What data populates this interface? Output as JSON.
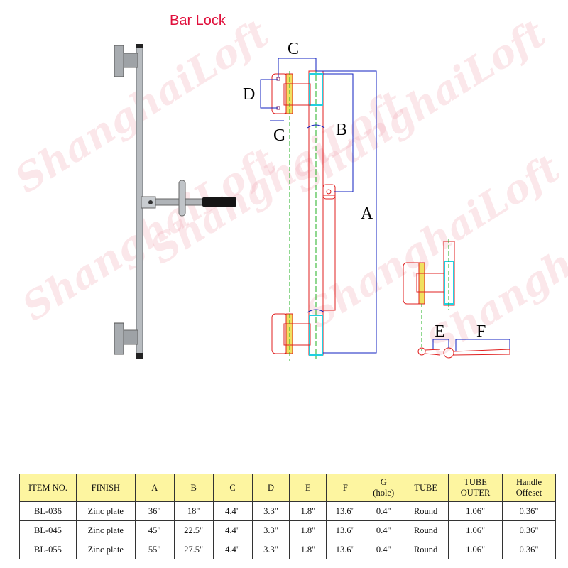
{
  "title": "Bar Lock",
  "watermark": "ShanghaiLoft",
  "diagram": {
    "labels": {
      "A": "A",
      "B": "B",
      "C": "C",
      "D": "D",
      "E": "E",
      "F": "F",
      "G": "G"
    },
    "colors": {
      "outline": "#e02020",
      "dimension": "#1020c0",
      "centerline": "#20b020",
      "sleeve": "#20d0e0",
      "hinge": "#f0e060"
    }
  },
  "table": {
    "headers": [
      "ITEM NO.",
      "FINISH",
      "A",
      "B",
      "C",
      "D",
      "E",
      "F",
      "G\n(hole)",
      "TUBE",
      "TUBE\nOUTER",
      "Handle\nOffeset"
    ],
    "rows": [
      [
        "BL-036",
        "Zinc plate",
        "36\"",
        "18\"",
        "4.4\"",
        "3.3\"",
        "1.8\"",
        "13.6\"",
        "0.4\"",
        "Round",
        "1.06\"",
        "0.36\""
      ],
      [
        "BL-045",
        "Zinc plate",
        "45\"",
        "22.5\"",
        "4.4\"",
        "3.3\"",
        "1.8\"",
        "13.6\"",
        "0.4\"",
        "Round",
        "1.06\"",
        "0.36\""
      ],
      [
        "BL-055",
        "Zinc plate",
        "55\"",
        "27.5\"",
        "4.4\"",
        "3.3\"",
        "1.8\"",
        "13.6\"",
        "0.4\"",
        "Round",
        "1.06\"",
        "0.36\""
      ]
    ],
    "header_color": "#fdf5a0"
  }
}
